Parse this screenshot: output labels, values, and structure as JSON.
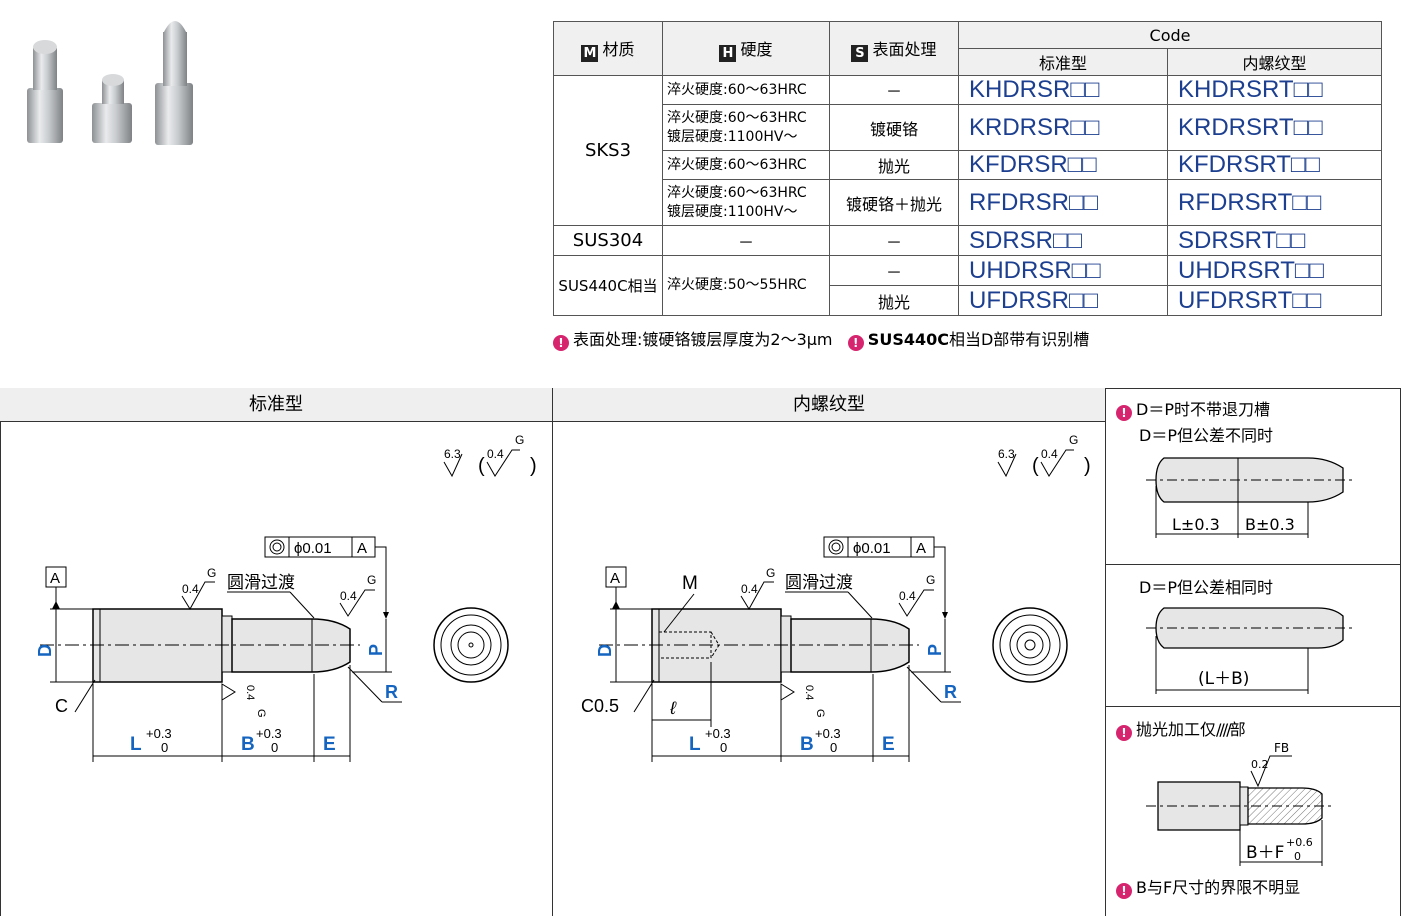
{
  "table": {
    "headers": {
      "material": "材质",
      "material_badge": "M",
      "hardness": "硬度",
      "hardness_badge": "H",
      "surface": "表面处理",
      "surface_badge": "S",
      "code": "Code",
      "code_standard": "标准型",
      "code_thread": "内螺纹型"
    },
    "rows": [
      {
        "material": "SKS3",
        "hardness": "淬火硬度:60～63HRC",
        "hardness2": "",
        "surface": "－",
        "code_std": "KHDRSR□□",
        "code_thr": "KHDRSRT□□"
      },
      {
        "material": "",
        "hardness": "淬火硬度:60～63HRC",
        "hardness2": "镀层硬度:1100HV～",
        "surface": "镀硬铬",
        "code_std": "KRDRSR□□",
        "code_thr": "KRDRSRT□□"
      },
      {
        "material": "",
        "hardness": "淬火硬度:60～63HRC",
        "hardness2": "",
        "surface": "抛光",
        "code_std": "KFDRSR□□",
        "code_thr": "KFDRSRT□□"
      },
      {
        "material": "",
        "hardness": "淬火硬度:60～63HRC",
        "hardness2": "镀层硬度:1100HV～",
        "surface": "镀硬铬＋抛光",
        "code_std": "RFDRSR□□",
        "code_thr": "RFDRSRT□□"
      },
      {
        "material": "SUS304",
        "hardness": "－",
        "hardness2": "",
        "surface": "－",
        "code_std": "SDRSR□□",
        "code_thr": "SDRSRT□□"
      },
      {
        "material": "SUS440C相当",
        "hardness": "淬火硬度:50～55HRC",
        "hardness2": "",
        "surface": "－",
        "code_std": "UHDRSR□□",
        "code_thr": "UHDRSRT□□"
      },
      {
        "material": "",
        "hardness": "",
        "hardness2": "",
        "surface": "抛光",
        "code_std": "UFDRSR□□",
        "code_thr": "UFDRSRT□□"
      }
    ]
  },
  "notes": {
    "note1": "表面处理:镀硬铬镀层厚度为2～3μm",
    "note2_bold": "SUS440C",
    "note2_rest": "相当D部带有识别槽"
  },
  "panels": {
    "standard_title": "标准型",
    "thread_title": "内螺纹型"
  },
  "drawing": {
    "roughness_main": "6.3",
    "roughness_fine": "0.4",
    "roughness_g": "G",
    "concentricity": "ϕ0.01",
    "datum": "A",
    "round_transition": "圆滑过渡",
    "dim_D": "D",
    "dim_P": "P",
    "dim_R": "R",
    "dim_C": "C",
    "dim_C05": "C0.5",
    "dim_M": "M",
    "dim_l": "ℓ",
    "dim_L": "L",
    "dim_B": "B",
    "dim_E": "E",
    "tol_plus": "+0.3",
    "tol_zero": "0"
  },
  "side": {
    "note1": "D＝P时不带退刀槽",
    "note1b": "D＝P但公差不同时",
    "dim_L_tol": "L±0.3",
    "dim_B_tol": "B±0.3",
    "note2": "D＝P但公差相同时",
    "dim_LB": "(L＋B)",
    "note3": "抛光加工仅",
    "note3_end": "部",
    "fb": "FB",
    "fb_val": "0.2",
    "dim_BF": "B＋F",
    "tol_bf_plus": "+0.6",
    "tol_bf_zero": "0",
    "note4": "B与F尺寸的界限不明显"
  }
}
